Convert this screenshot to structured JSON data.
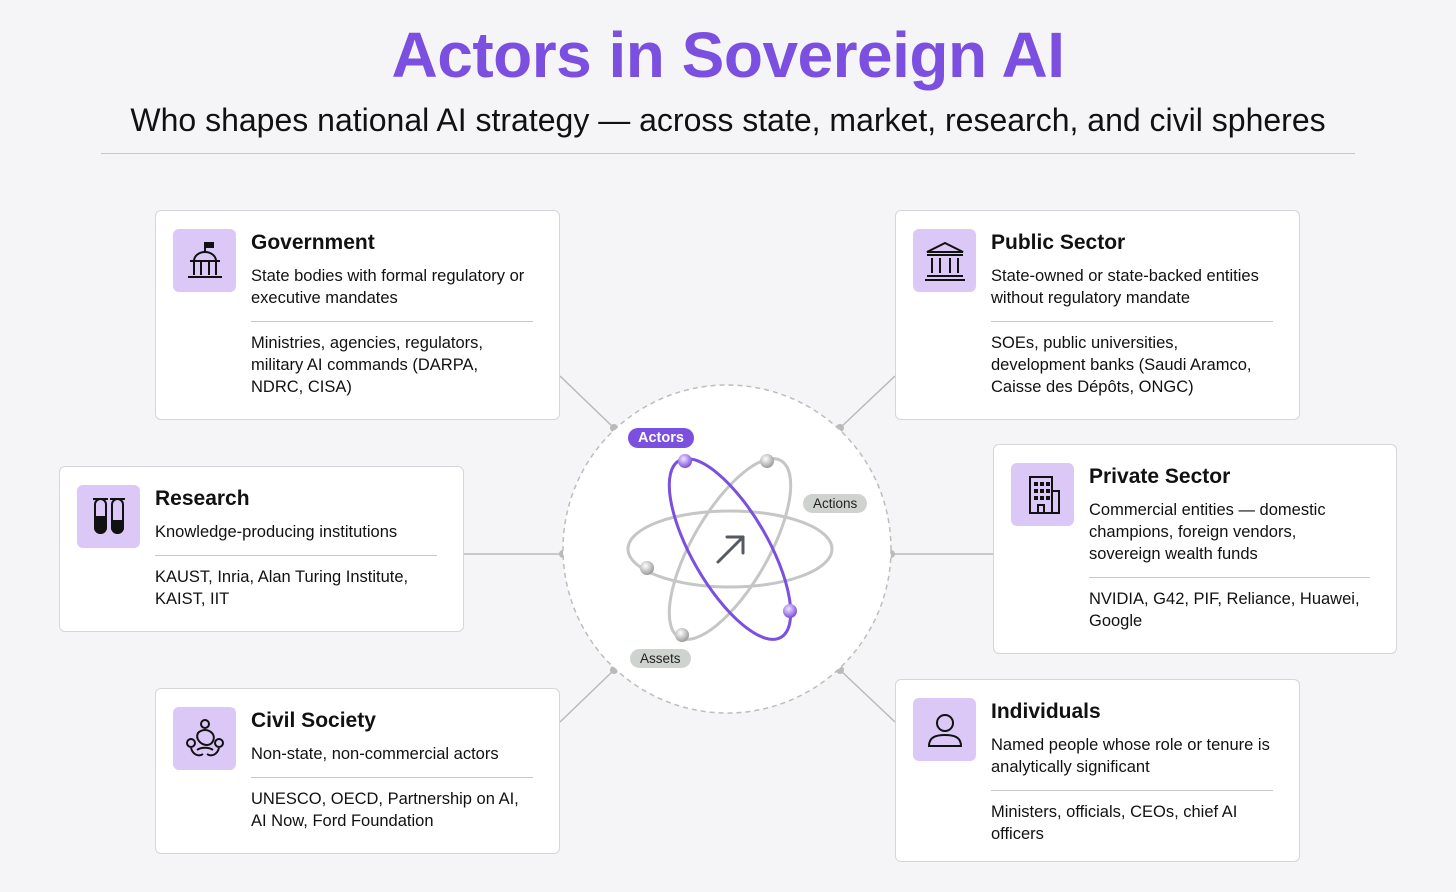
{
  "header": {
    "title": "Actors in Sovereign AI",
    "subtitle": "Who shapes national AI strategy — across state, market, research, and civil spheres"
  },
  "hub": {
    "labels": {
      "actors": "Actors",
      "actions": "Actions",
      "assets": "Assets"
    },
    "icons": [
      "atom-orbit-icon",
      "arrow-up-right-icon"
    ],
    "accent": "#7b4fe0"
  },
  "cards": {
    "government": {
      "title": "Government",
      "description": "State bodies with formal regulatory or executive mandates",
      "examples": "Ministries, agencies, regulators, military AI commands (DARPA, NDRC, CISA)",
      "icon": "government-building-icon"
    },
    "public_sector": {
      "title": "Public Sector",
      "description": "State-owned or state-backed entities without regulatory mandate",
      "examples": "SOEs, public universities, development banks (Saudi Aramco, Caisse des Dépôts, ONGC)",
      "icon": "institution-columns-icon"
    },
    "research": {
      "title": "Research",
      "description": "Knowledge-producing institutions",
      "examples": "KAUST, Inria, Alan Turing Institute, KAIST, IIT",
      "icon": "test-tubes-icon"
    },
    "private_sector": {
      "title": "Private Sector",
      "description": "Commercial entities — domestic champions, foreign vendors, sovereign wealth funds",
      "examples": "NVIDIA, G42, PIF, Reliance, Huawei, Google",
      "icon": "office-building-icon"
    },
    "civil_society": {
      "title": "Civil Society",
      "description": "Non-state, non-commercial actors",
      "examples": "UNESCO, OECD, Partnership on AI, AI Now, Ford Foundation",
      "icon": "community-people-icon"
    },
    "individuals": {
      "title": "Individuals",
      "description": "Named people whose role or tenure is analytically significant",
      "examples": "Ministers, officials, CEOs, chief AI officers",
      "icon": "person-icon"
    }
  },
  "colors": {
    "accent": "#7b4fe0",
    "icon_bg": "#dcc8f7",
    "background": "#f5f5f7",
    "card_border": "#d6d6da",
    "connector": "#b8bbb8"
  }
}
